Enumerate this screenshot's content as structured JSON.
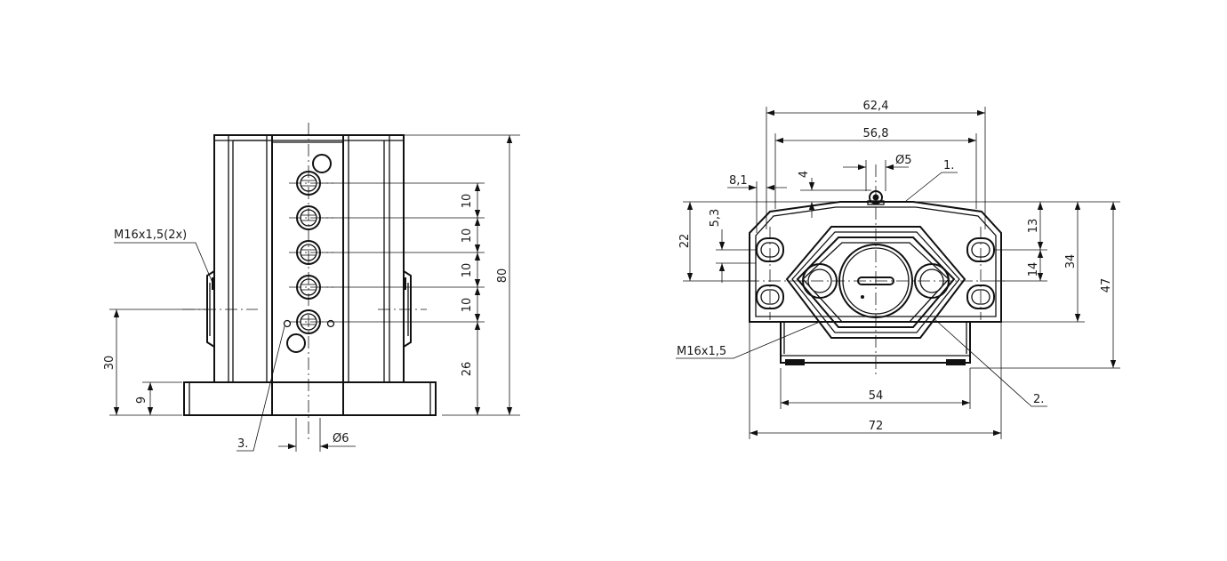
{
  "left_view": {
    "dims": {
      "height_total": "80",
      "pitch_1": "10",
      "pitch_2": "10",
      "pitch_3": "10",
      "pitch_4": "10",
      "led_height": "26",
      "thread_height": "30",
      "base_height": "9",
      "hole_dia": "Ø6"
    },
    "labels": {
      "thread": "M16x1,5(2x)",
      "callout_3": "3."
    }
  },
  "right_view": {
    "dims": {
      "width_624": "62,4",
      "width_568": "56,8",
      "dia_5": "Ø5",
      "offset_81": "8,1",
      "offset_4": "4",
      "height_22": "22",
      "height_53": "5,3",
      "height_13": "13",
      "height_14": "14",
      "height_34": "34",
      "height_47": "47",
      "width_54": "54",
      "width_72": "72"
    },
    "labels": {
      "thread": "M16x1,5",
      "callout_1": "1.",
      "callout_2": "2."
    }
  }
}
